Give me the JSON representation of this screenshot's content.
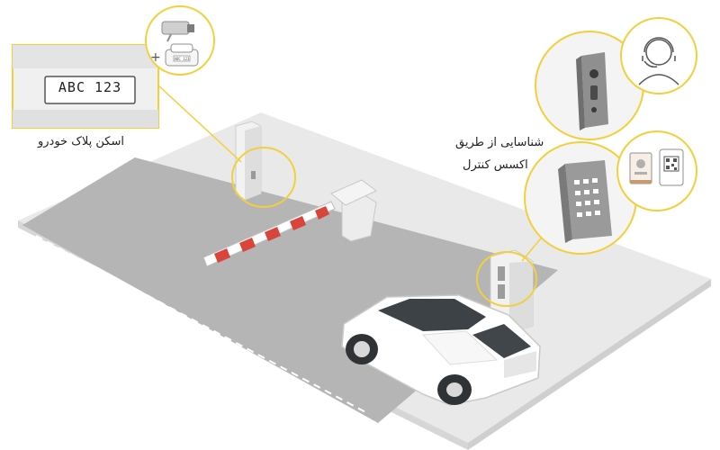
{
  "labels": {
    "plate_scan": "اسکن پلاک خودرو",
    "access_line1": "شناسایی از طریق",
    "access_line2": "اکسس کنترل"
  },
  "plate": {
    "text": "ABC 123",
    "small_text": "ABC 123"
  },
  "colors": {
    "accent": "#f2cf3c",
    "barrier_red": "#d9453b",
    "road": "#b5b5b5",
    "ground": "#e9e9e9"
  },
  "icons": [
    "camera-icon",
    "car-icon",
    "operator-headset-icon",
    "keypad-icon",
    "id-card-icon",
    "qr-code-icon",
    "intercom-icon"
  ]
}
